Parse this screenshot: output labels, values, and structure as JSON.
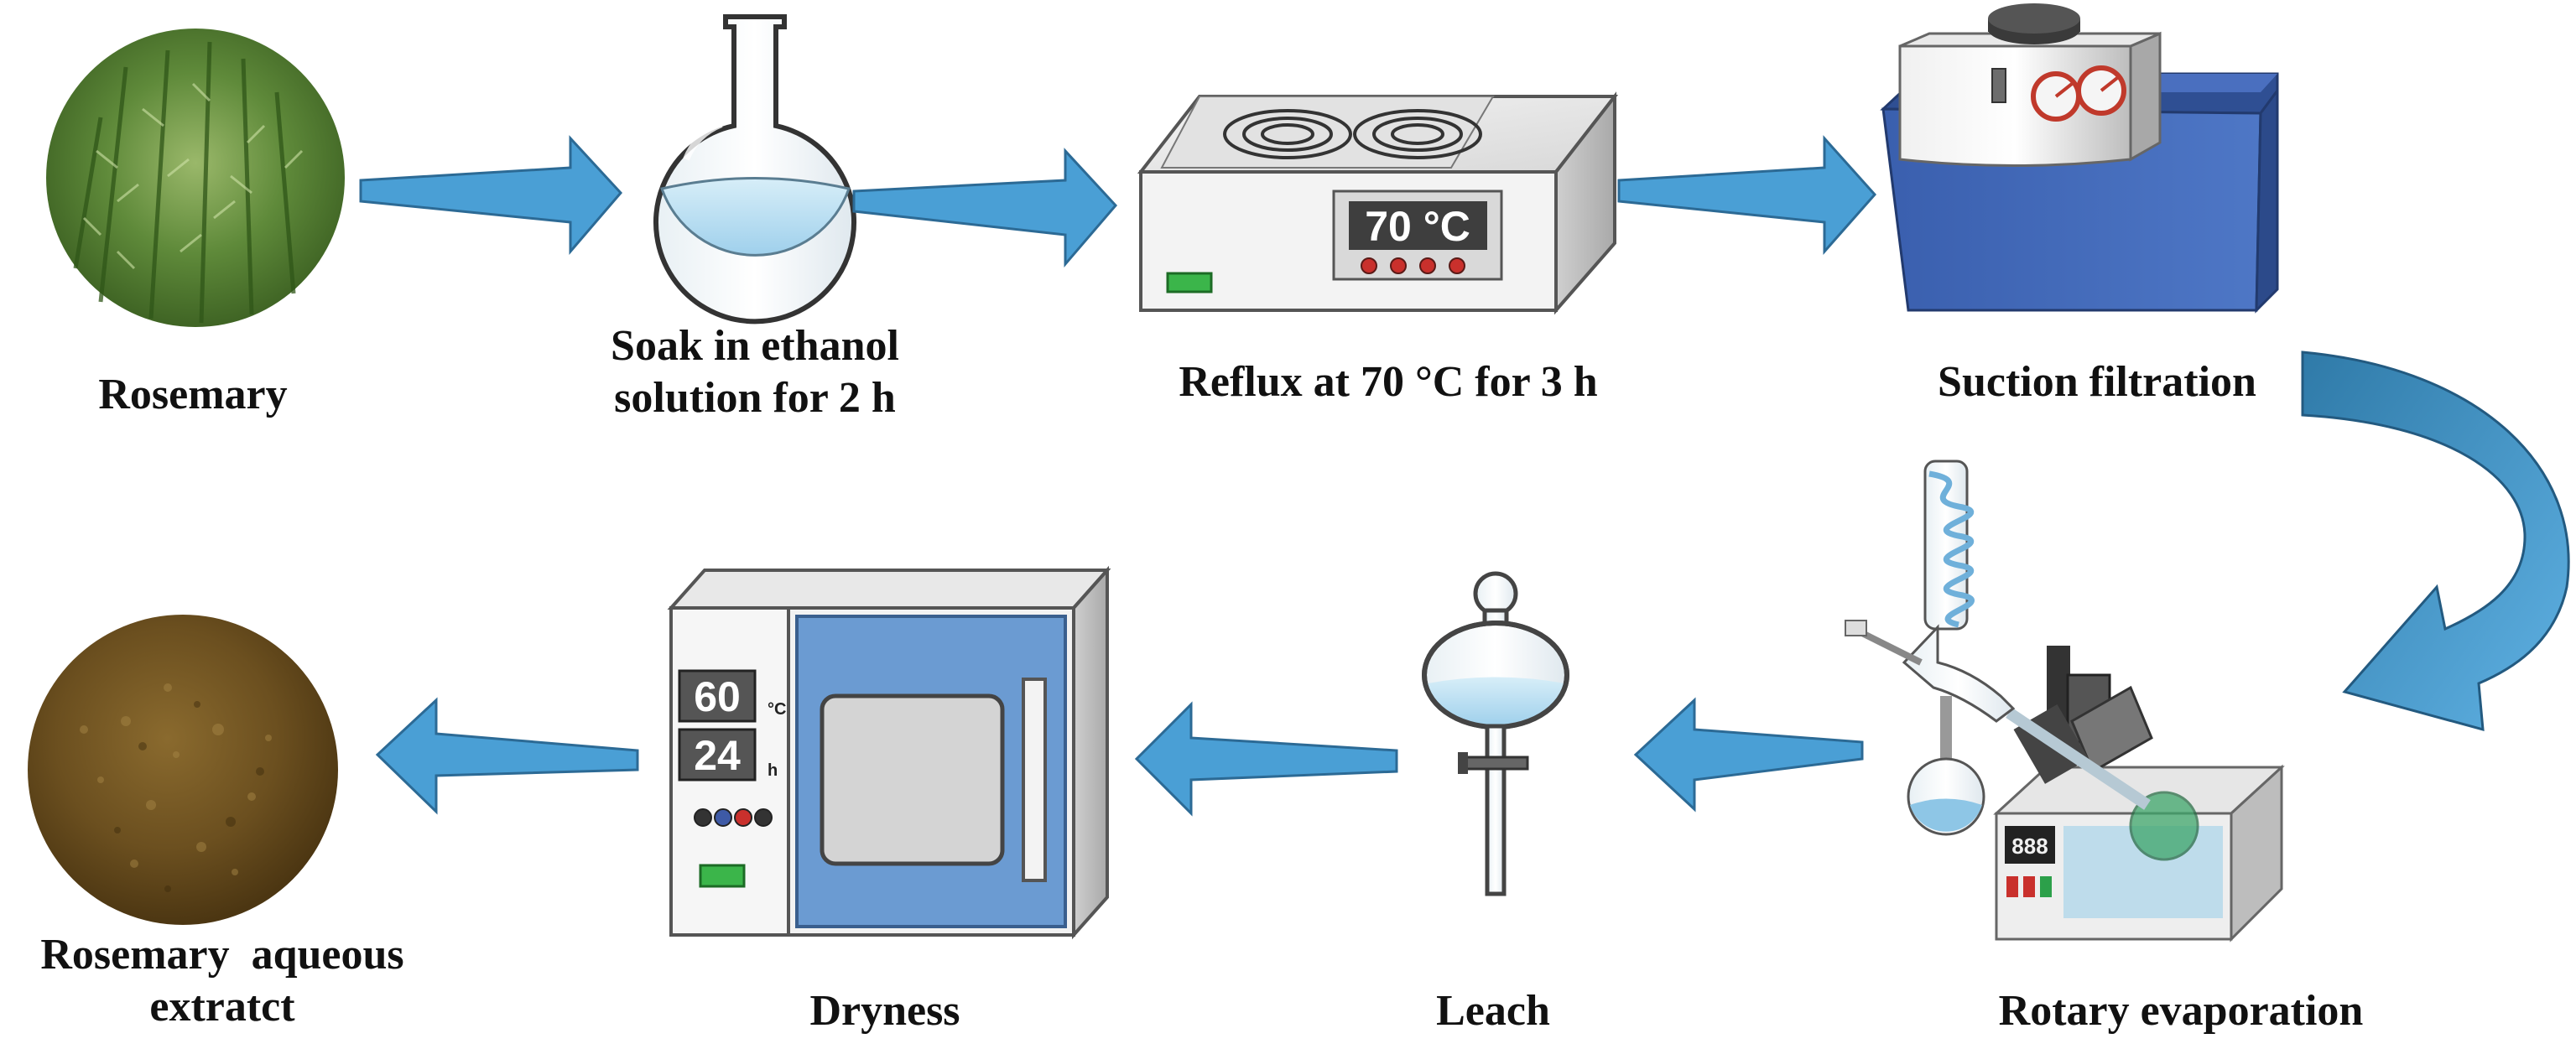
{
  "steps": [
    {
      "id": "rosemary",
      "label": "Rosemary"
    },
    {
      "id": "soak",
      "label_lines": [
        "Soak in ethanol",
        "solution for 2 h"
      ]
    },
    {
      "id": "reflux",
      "label": "Reflux at 70 °C for 3 h",
      "display": "70 °C"
    },
    {
      "id": "suction",
      "label": "Suction filtration"
    },
    {
      "id": "rotary",
      "label": "Rotary evaporation",
      "display": "888"
    },
    {
      "id": "leach",
      "label": "Leach"
    },
    {
      "id": "dryness",
      "label": "Dryness",
      "temp_value": "60",
      "temp_unit": "°C",
      "time_value": "24",
      "time_unit": "h"
    },
    {
      "id": "extract",
      "label_lines": [
        "Rosemary  aqueous",
        "extratct"
      ]
    }
  ],
  "colors": {
    "arrow_fill": "#4a9fd5",
    "arrow_stroke": "#2c6a95",
    "liquid": "#bfe3f4",
    "oven_door": "#6b9bd2",
    "pump_base": "#3f65b4"
  }
}
